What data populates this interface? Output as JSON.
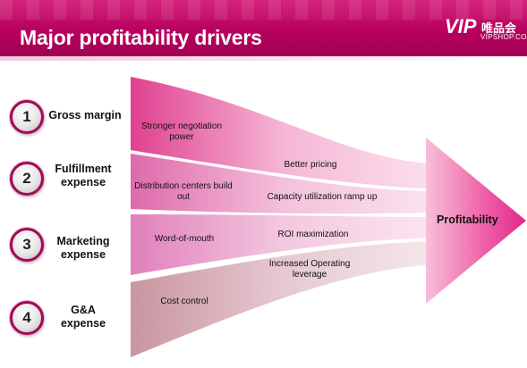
{
  "header": {
    "title": "Major profitability drivers",
    "logo": {
      "mark": "VIP",
      "chinese": "唯品会",
      "domain": "VIPSHOP.COM"
    }
  },
  "drivers": [
    {
      "number": "1",
      "label": "Gross margin",
      "flows": [
        "Stronger negotiation power",
        "Better pricing"
      ]
    },
    {
      "number": "2",
      "label": "Fulfillment expense",
      "flows": [
        "Distribution centers build out",
        "Capacity utilization ramp up"
      ]
    },
    {
      "number": "3",
      "label": "Marketing expense",
      "flows": [
        "Word-of-mouth",
        "ROI maximization"
      ]
    },
    {
      "number": "4",
      "label": "G&A expense",
      "flows": [
        "Cost control",
        "Increased Operating leverage"
      ]
    }
  ],
  "result": {
    "label": "Profitability"
  },
  "colors": {
    "brand": "#b8005e",
    "arrow": "#ec4a9d",
    "band_1": "#e24a96",
    "band_2": "#e274b0",
    "band_3": "#e28cc0",
    "band_4": "#cf9db3"
  }
}
